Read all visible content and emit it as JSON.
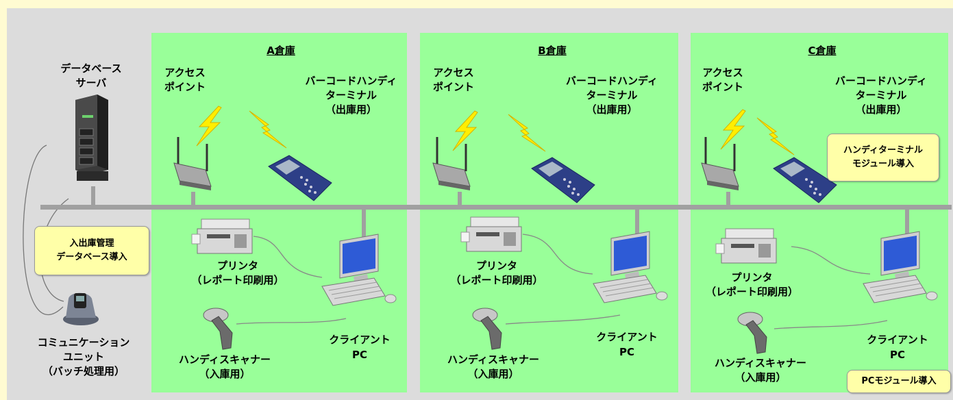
{
  "server": {
    "line1": "データベース",
    "line2": "サーバ"
  },
  "db_note": {
    "line1": "入出庫管理",
    "line2": "データベース導入"
  },
  "comm_unit": {
    "line1": "コミュニケーション",
    "line2": "ユニット",
    "line3": "（バッチ処理用）"
  },
  "warehouses": [
    {
      "title": "A倉庫",
      "access_point": {
        "line1": "アクセス",
        "line2": "ポイント"
      },
      "handy": {
        "line1": "バーコードハンディ",
        "line2": "ターミナル",
        "line3": "（出庫用）"
      },
      "printer": {
        "line1": "プリンタ",
        "line2": "（レポート印刷用）"
      },
      "scanner": {
        "line1": "ハンディスキャナー",
        "line2": "（入庫用）"
      },
      "client": {
        "line1": "クライアント",
        "line2": "PC"
      }
    },
    {
      "title": "B倉庫",
      "access_point": {
        "line1": "アクセス",
        "line2": "ポイント"
      },
      "handy": {
        "line1": "バーコードハンディ",
        "line2": "ターミナル",
        "line3": "（出庫用）"
      },
      "printer": {
        "line1": "プリンタ",
        "line2": "（レポート印刷用）"
      },
      "scanner": {
        "line1": "ハンディスキャナー",
        "line2": "（入庫用）"
      },
      "client": {
        "line1": "クライアント",
        "line2": "PC"
      }
    },
    {
      "title": "C倉庫",
      "access_point": {
        "line1": "アクセス",
        "line2": "ポイント"
      },
      "handy": {
        "line1": "バーコードハンディ",
        "line2": "ターミナル",
        "line3": "（出庫用）"
      },
      "printer": {
        "line1": "プリンタ",
        "line2": "（レポート印刷用）"
      },
      "scanner": {
        "line1": "ハンディスキャナー",
        "line2": "（入庫用）"
      },
      "client": {
        "line1": "クライアント",
        "line2": "PC"
      },
      "handy_note": {
        "line1": "ハンディターミナル",
        "line2": "モジュール導入"
      },
      "pc_note": "PCモジュール導入"
    }
  ],
  "colors": {
    "background": "#fffbd2",
    "frame": "#dcdcdc",
    "zone": "#99ff99",
    "network_line": "#a0a0a0",
    "note_fill": "#ffffa8",
    "lightning": "#ffee00"
  }
}
